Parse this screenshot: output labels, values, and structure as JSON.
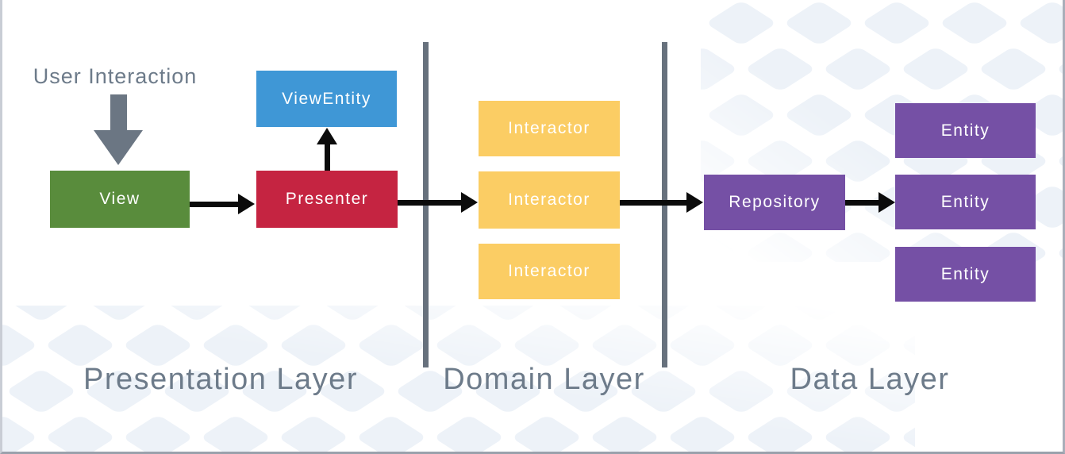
{
  "annotation": {
    "label": "User Interaction"
  },
  "layers": [
    {
      "label": "Presentation Layer"
    },
    {
      "label": "Domain Layer"
    },
    {
      "label": "Data Layer"
    }
  ],
  "boxes": {
    "view": {
      "label": "View",
      "color": "#598c3c"
    },
    "view_entity": {
      "label": "ViewEntity",
      "color": "#3f97d6"
    },
    "presenter": {
      "label": "Presenter",
      "color": "#c52441"
    },
    "interactors": [
      {
        "label": "Interactor",
        "color": "#fbcd64"
      },
      {
        "label": "Interactor",
        "color": "#fbcd64"
      },
      {
        "label": "Interactor",
        "color": "#fbcd64"
      }
    ],
    "repository": {
      "label": "Repository",
      "color": "#7550a5"
    },
    "entities": [
      {
        "label": "Entity",
        "color": "#7550a5"
      },
      {
        "label": "Entity",
        "color": "#7550a5"
      },
      {
        "label": "Entity",
        "color": "#7550a5"
      }
    ]
  },
  "edges": [
    {
      "from": "User Interaction",
      "to": "View"
    },
    {
      "from": "View",
      "to": "Presenter"
    },
    {
      "from": "Presenter",
      "to": "ViewEntity"
    },
    {
      "from": "Presenter",
      "to": "Interactor"
    },
    {
      "from": "Interactor",
      "to": "Repository"
    },
    {
      "from": "Repository",
      "to": "Entity"
    }
  ],
  "palette": {
    "text_gray": "#6d7b8a",
    "arrow_gray": "#6b7683",
    "divider_gray": "#67717d",
    "arrow_black": "#0b0b0b",
    "pattern_diamond": "#edf2f8",
    "background": "#ffffff"
  }
}
